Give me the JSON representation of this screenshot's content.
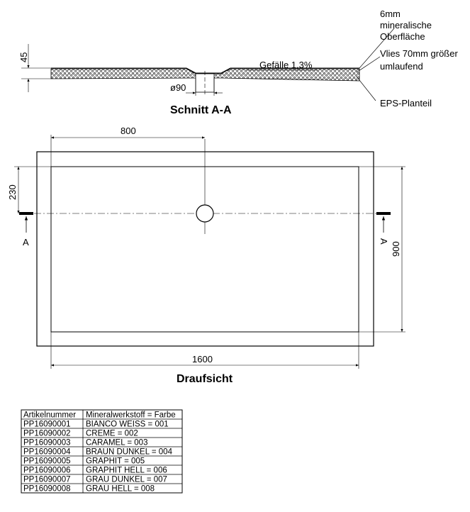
{
  "section_view": {
    "title": "Schnitt A-A",
    "dim_height": "45",
    "dim_drain": "ø90",
    "slope_label": "Gefälle 1,3%",
    "callout_surface": [
      "6mm",
      "mineralische",
      "Oberfläche"
    ],
    "callout_fleece": [
      "Vlies 70mm größer",
      "umlaufend"
    ],
    "callout_eps": "EPS-Planteil"
  },
  "plan_view": {
    "title": "Draufsicht",
    "dim_drain_x": "800",
    "dim_drain_y": "230",
    "dim_length": "1600",
    "dim_width": "900",
    "section_marker_left": "A",
    "section_marker_right": "A"
  },
  "article_table": {
    "headers": [
      "Artikelnummer",
      "Mineralwerkstoff = Farbe"
    ],
    "rows": [
      [
        "PP16090001",
        "BIANCO WEISS = 001"
      ],
      [
        "PP16090002",
        "CREME = 002"
      ],
      [
        "PP16090003",
        "CARAMEL = 003"
      ],
      [
        "PP16090004",
        "BRAUN DUNKEL = 004"
      ],
      [
        "PP16090005",
        "GRAPHIT = 005"
      ],
      [
        "PP16090006",
        "GRAPHIT HELL = 006"
      ],
      [
        "PP16090007",
        "GRAU DUNKEL = 007"
      ],
      [
        "PP16090008",
        "GRAU HELL = 008"
      ]
    ]
  }
}
